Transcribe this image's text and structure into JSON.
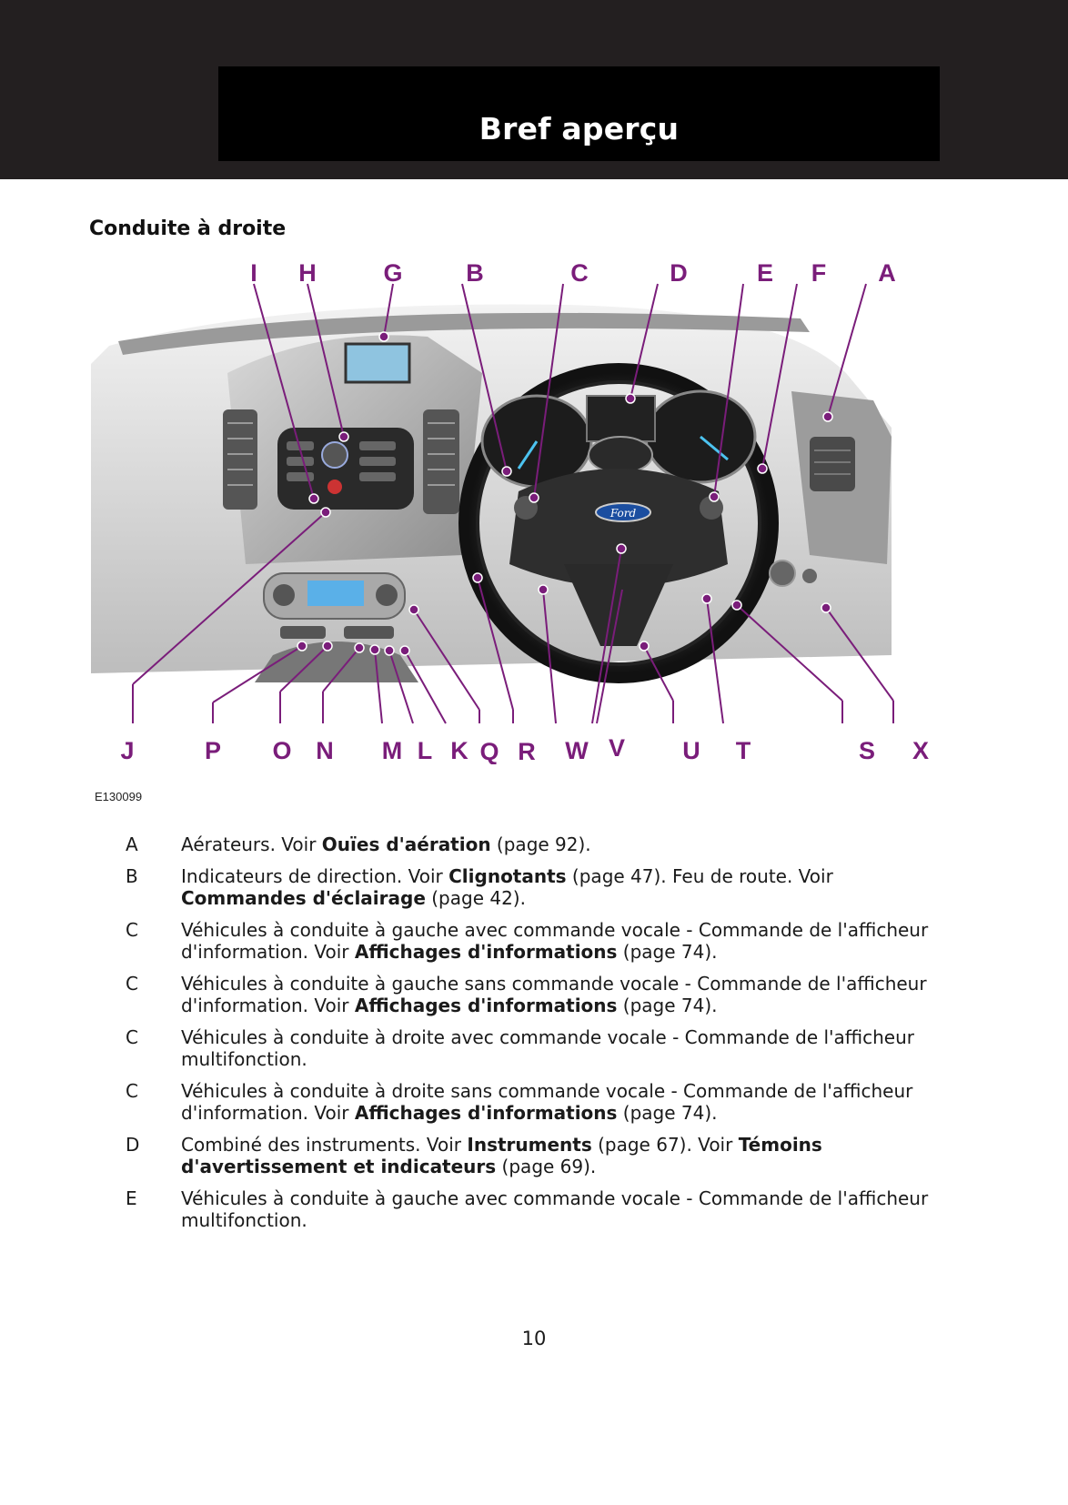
{
  "header": {
    "title": "Bref aperçu"
  },
  "section": {
    "heading": "Conduite à droite"
  },
  "figure": {
    "image_id": "E130099",
    "callouts_top": [
      "I",
      "H",
      "G",
      "B",
      "C",
      "D",
      "E",
      "F",
      "A"
    ],
    "callouts_bottom": [
      "J",
      "P",
      "O",
      "N",
      "M",
      "L",
      "K",
      "Q",
      "R",
      "W",
      "V",
      "U",
      "T",
      "S",
      "X"
    ]
  },
  "legend": [
    {
      "key": "A",
      "parts": [
        "Aérateurs.  Voir ",
        "Ouïes d'aération",
        " (page 92)."
      ]
    },
    {
      "key": "B",
      "parts": [
        "Indicateurs de direction.  Voir ",
        "Clignotants",
        " (page 47).  Feu de route.  Voir ",
        "Commandes d'éclairage",
        " (page 42)."
      ]
    },
    {
      "key": "C",
      "parts": [
        "Véhicules à conduite à gauche avec commande vocale - Commande de l'afficheur d'information.  Voir ",
        "Affichages d'informations",
        " (page 74)."
      ]
    },
    {
      "key": "C",
      "parts": [
        "Véhicules à conduite à gauche sans commande vocale - Commande de l'afficheur d'information.  Voir ",
        "Affichages d'informations",
        " (page 74)."
      ]
    },
    {
      "key": "C",
      "parts": [
        "Véhicules à conduite à droite avec commande vocale - Commande de l'afficheur multifonction."
      ]
    },
    {
      "key": "C",
      "parts": [
        "Véhicules à conduite à droite sans commande vocale - Commande de l'afficheur d'information.  Voir ",
        "Affichages d'informations",
        " (page 74)."
      ]
    },
    {
      "key": "D",
      "parts": [
        "Combiné des instruments.  Voir ",
        "Instruments",
        " (page 67).  Voir ",
        "Témoins d'avertissement et indicateurs",
        " (page 69)."
      ]
    },
    {
      "key": "E",
      "parts": [
        "Véhicules à conduite à gauche avec commande vocale - Commande de l'afficheur multifonction."
      ]
    }
  ],
  "footer": {
    "page_number": "10"
  },
  "colors": {
    "callout": "#7a1d7a",
    "band": "#231f20",
    "title_box": "#000000"
  },
  "icons": {
    "brand_badge": "ford-oval-logo"
  }
}
